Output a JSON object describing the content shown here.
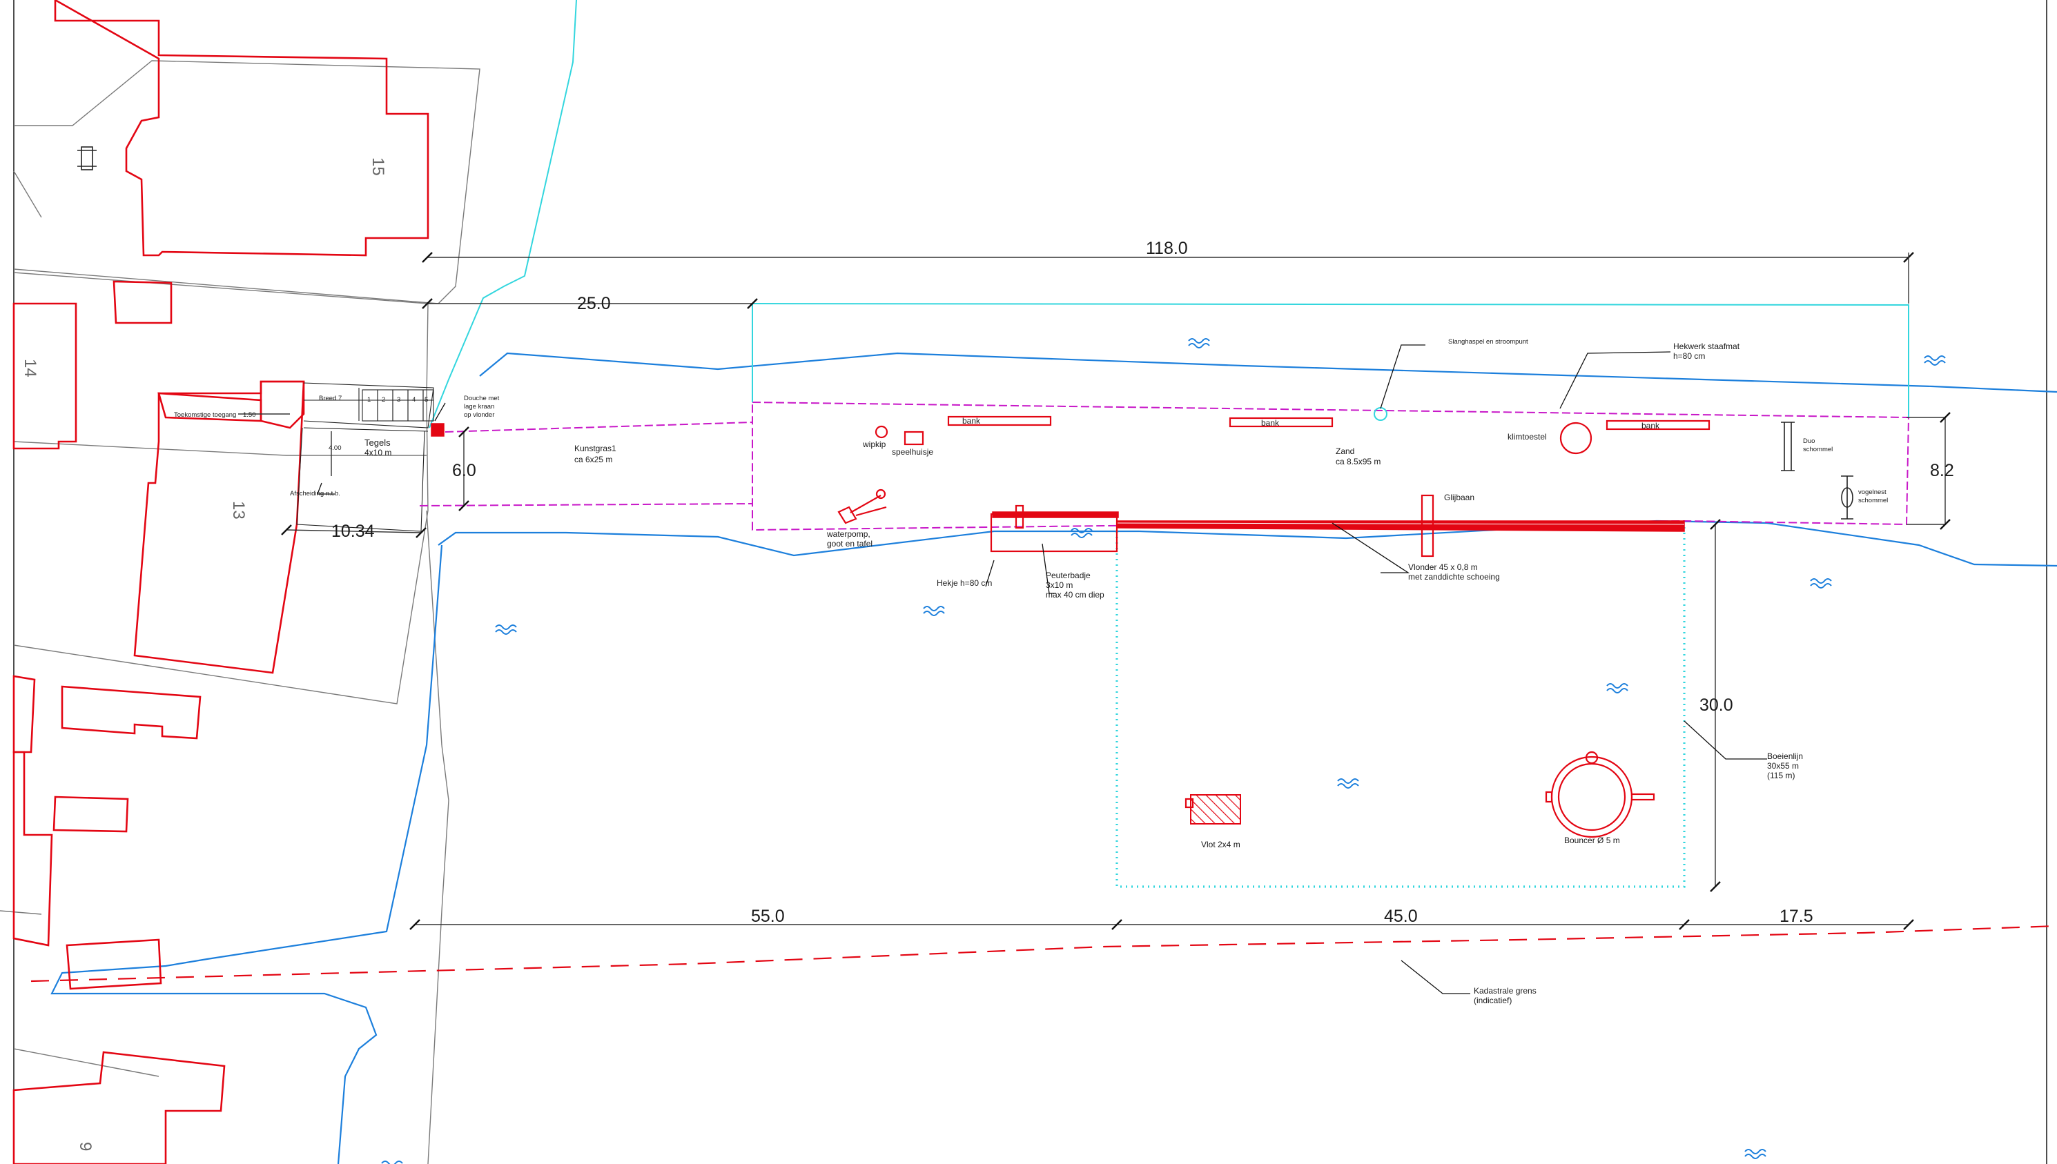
{
  "dimensions": {
    "total": "118.0",
    "first": "25.0",
    "kunstgras_width": "6.0",
    "tegels_length": "10.34",
    "fence_width": "8.2",
    "swim_width": "30.0",
    "bottom_1": "55.0",
    "bottom_2": "45.0",
    "bottom_3": "17.5",
    "strip_small": "1.50",
    "strip_4": "4.00"
  },
  "house_numbers": {
    "h15": "15",
    "h14": "14",
    "h13": "13",
    "h9": "9"
  },
  "cabins": {
    "label": "Breed 7",
    "numbers": [
      "1",
      "2",
      "3",
      "4",
      "5"
    ]
  },
  "labels": {
    "toekomstige_toegang": "Toekomstige toegang",
    "douche": [
      "Douche met",
      "lage kraan",
      "op vlonder"
    ],
    "tegels": [
      "Tegels",
      "4x10 m"
    ],
    "afscheiding": "Afscheiding n.t.b.",
    "kunstgras": [
      "Kunstgras1",
      "ca 6x25 m"
    ],
    "wipkip": "wipkip",
    "speelhuisje": "speelhuisje",
    "bank": "bank",
    "waterpomp": [
      "waterpomp,",
      "goot en tafel"
    ],
    "hekje": "Hekje h=80 cm",
    "peuterbadje": [
      "Peuterbadje",
      "3x10 m",
      "max 40 cm diep"
    ],
    "slanghaspel": "Slanghaspel en stroompunt",
    "hekwerk": [
      "Hekwerk staafmat",
      "h=80 cm"
    ],
    "zand": [
      "Zand",
      "ca 8.5x95 m"
    ],
    "klimtoestel": "klimtoestel",
    "glijbaan": "Glijbaan",
    "vlonder": [
      "Vlonder 45 x 0,8 m",
      "met zanddichte schoeing"
    ],
    "duo": [
      "Duo",
      "schommel"
    ],
    "vogelnest": [
      "vogelnest",
      "schommel"
    ],
    "boeienlijn": [
      "Boeienlijn",
      "30x55 m",
      "(115 m)"
    ],
    "vlot": "Vlot 2x4 m",
    "bouncer": "Bouncer Ø 5 m",
    "kadastrale": [
      "Kadastrale grens",
      "(indicatief)"
    ]
  },
  "colors": {
    "buildings": "#e30613",
    "water": "#1c7fdc",
    "boundary": "#33d6de",
    "fence": "#c818c8"
  }
}
